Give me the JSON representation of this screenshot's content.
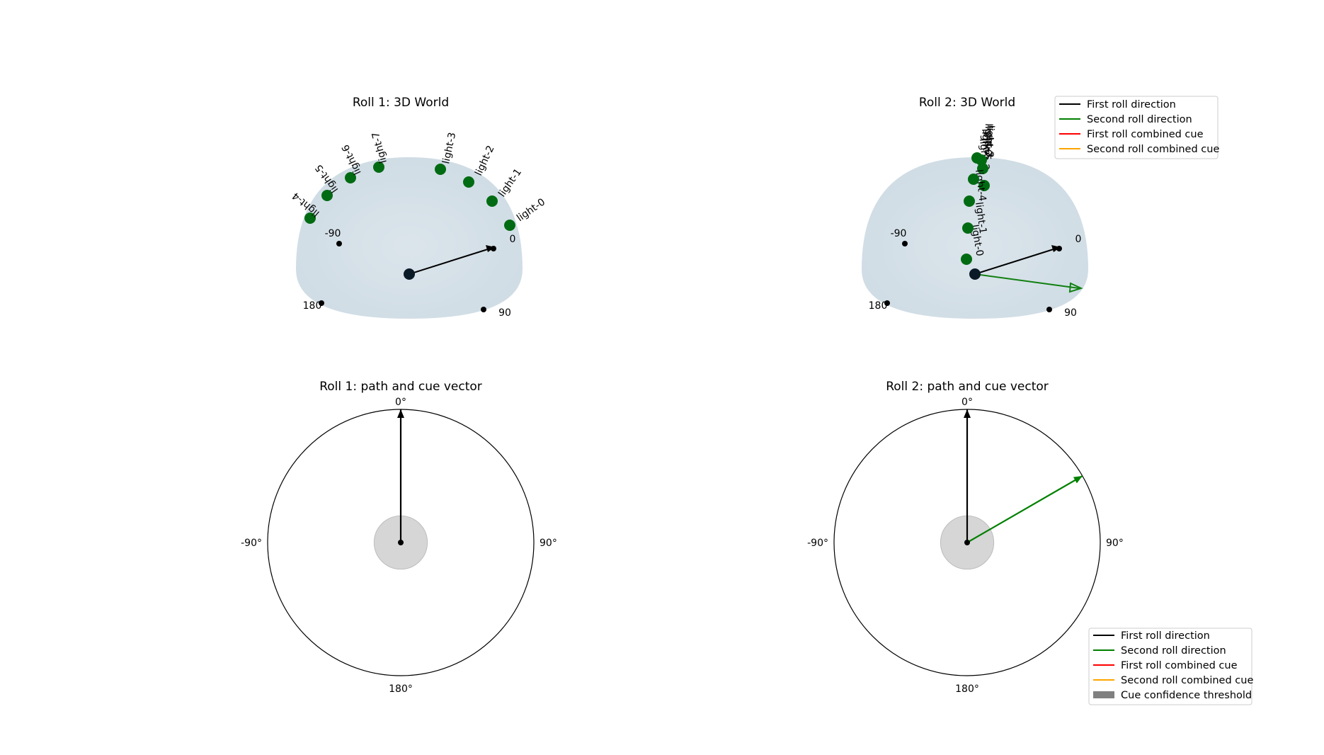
{
  "figure": {
    "panels": [
      {
        "id": "roll1-world",
        "title": "Roll 1: 3D World",
        "azimuth_labels": [
          "-90",
          "0",
          "90",
          "180"
        ],
        "lights": [
          {
            "label": "light-0",
            "azimuth_deg": 20
          },
          {
            "label": "light-1",
            "azimuth_deg": 40
          },
          {
            "label": "light-2",
            "azimuth_deg": 60
          },
          {
            "label": "light-3",
            "azimuth_deg": 75
          },
          {
            "label": "light-7",
            "azimuth_deg": 100
          },
          {
            "label": "light-6",
            "azimuth_deg": 115
          },
          {
            "label": "light-5",
            "azimuth_deg": 135
          },
          {
            "label": "light-4",
            "azimuth_deg": 155
          }
        ],
        "arrows": [
          {
            "series": "First roll direction",
            "heading_deg": 0
          }
        ]
      },
      {
        "id": "roll2-world",
        "title": "Roll 2: 3D World",
        "azimuth_labels": [
          "-90",
          "0",
          "90",
          "180"
        ],
        "lights": [
          {
            "label": "light-0"
          },
          {
            "label": "light-1"
          },
          {
            "label": "light-2"
          },
          {
            "label": "light-3"
          },
          {
            "label": "light-4"
          },
          {
            "label": "light-5"
          },
          {
            "label": "light-6"
          },
          {
            "label": "light-7"
          }
        ],
        "arrows": [
          {
            "series": "First roll direction",
            "heading_deg": 0
          },
          {
            "series": "Second roll direction",
            "heading_deg": 60
          }
        ]
      }
    ],
    "legend_top": {
      "entries": [
        {
          "label": "First roll direction",
          "color": "#000000",
          "kind": "line"
        },
        {
          "label": "Second roll direction",
          "color": "#008000",
          "kind": "line"
        },
        {
          "label": "First roll combined cue",
          "color": "#ff0000",
          "kind": "line"
        },
        {
          "label": "Second roll combined cue",
          "color": "#ffa500",
          "kind": "line"
        }
      ]
    },
    "legend_bottom": {
      "entries": [
        {
          "label": "First roll direction",
          "color": "#000000",
          "kind": "line"
        },
        {
          "label": "Second roll direction",
          "color": "#008000",
          "kind": "line"
        },
        {
          "label": "First roll combined cue",
          "color": "#ff0000",
          "kind": "line"
        },
        {
          "label": "Second roll combined cue",
          "color": "#ffa500",
          "kind": "line"
        },
        {
          "label": "Cue confidence threshold",
          "color": "#808080",
          "kind": "patch"
        }
      ]
    }
  },
  "chart_data": [
    {
      "type": "polar",
      "title": "Roll 1: path and cue vector",
      "angle_tick_labels": [
        "0°",
        "90°",
        "180°",
        "-90°"
      ],
      "radial_max": 1.0,
      "threshold_radius": 0.2,
      "series": [
        {
          "name": "First roll direction",
          "color": "#000000",
          "angle_deg": 0,
          "length": 1.0
        }
      ]
    },
    {
      "type": "polar",
      "title": "Roll 2: path and cue vector",
      "angle_tick_labels": [
        "0°",
        "90°",
        "180°",
        "-90°"
      ],
      "radial_max": 1.0,
      "threshold_radius": 0.2,
      "series": [
        {
          "name": "First roll direction",
          "color": "#000000",
          "angle_deg": 0,
          "length": 1.0
        },
        {
          "name": "Second roll direction",
          "color": "#008000",
          "angle_deg": 60,
          "length": 1.0
        }
      ]
    }
  ]
}
